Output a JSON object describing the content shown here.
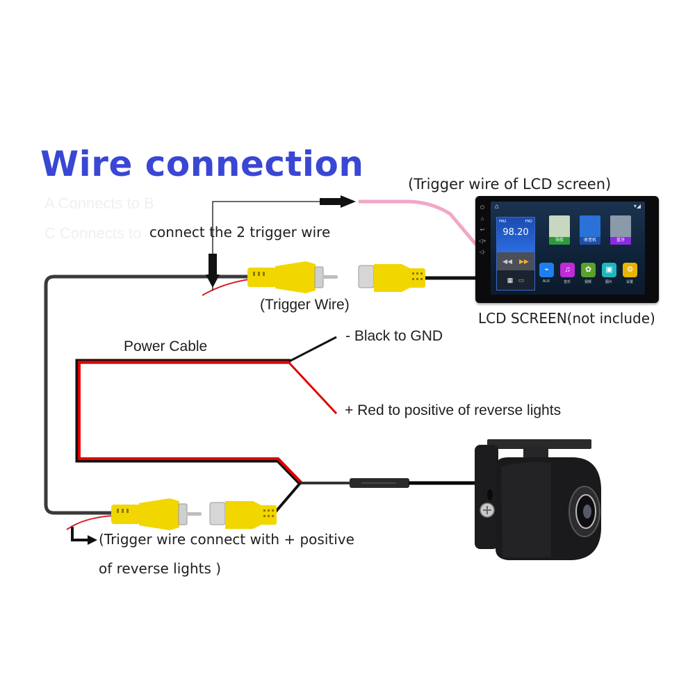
{
  "title": "Wire connection",
  "ghost_text": [
    "A Connects to B",
    "C Connects to"
  ],
  "labels": {
    "connect_trigger": "connect the 2 trigger wire",
    "lcd_trigger": "(Trigger wire of LCD screen)",
    "trigger_wire": "(Trigger Wire)",
    "lcd_screen": "LCD SCREEN(not include)",
    "power_cable": "Power Cable",
    "black_gnd": "- Black to GND",
    "red_positive": "+ Red to positive of reverse lights",
    "trigger_positive_line1": "(Trigger wire connect with + positive",
    "trigger_positive_line2": "of reverse lights )"
  },
  "lcd": {
    "radio_freq": "98.20",
    "radio_band_left": "FM2",
    "radio_band_right": "FM2",
    "media_prev": "◀◀",
    "media_next": "▶▶",
    "tiles": [
      {
        "label": "导航",
        "color": "#2a9d3a"
      },
      {
        "label": "收音机",
        "color": "#1e63c8"
      },
      {
        "label": "蓝牙",
        "color": "#8a2be2"
      }
    ],
    "apps": [
      {
        "label": "AUX",
        "color": "#1e7ef0",
        "glyph": "⌁"
      },
      {
        "label": "音乐",
        "color": "#c02ad8",
        "glyph": "♫"
      },
      {
        "label": "视频",
        "color": "#5aa02a",
        "glyph": "✿"
      },
      {
        "label": "图片",
        "color": "#1fb8c0",
        "glyph": "▣"
      },
      {
        "label": "设置",
        "color": "#e8b400",
        "glyph": "⚙"
      }
    ]
  },
  "colors": {
    "title": "#3a46d4",
    "rca_yellow": "#f2d600",
    "wire_red": "#e00000",
    "wire_black": "#1a1a1a",
    "lcd_trigger_pink": "#f2a6c8"
  }
}
